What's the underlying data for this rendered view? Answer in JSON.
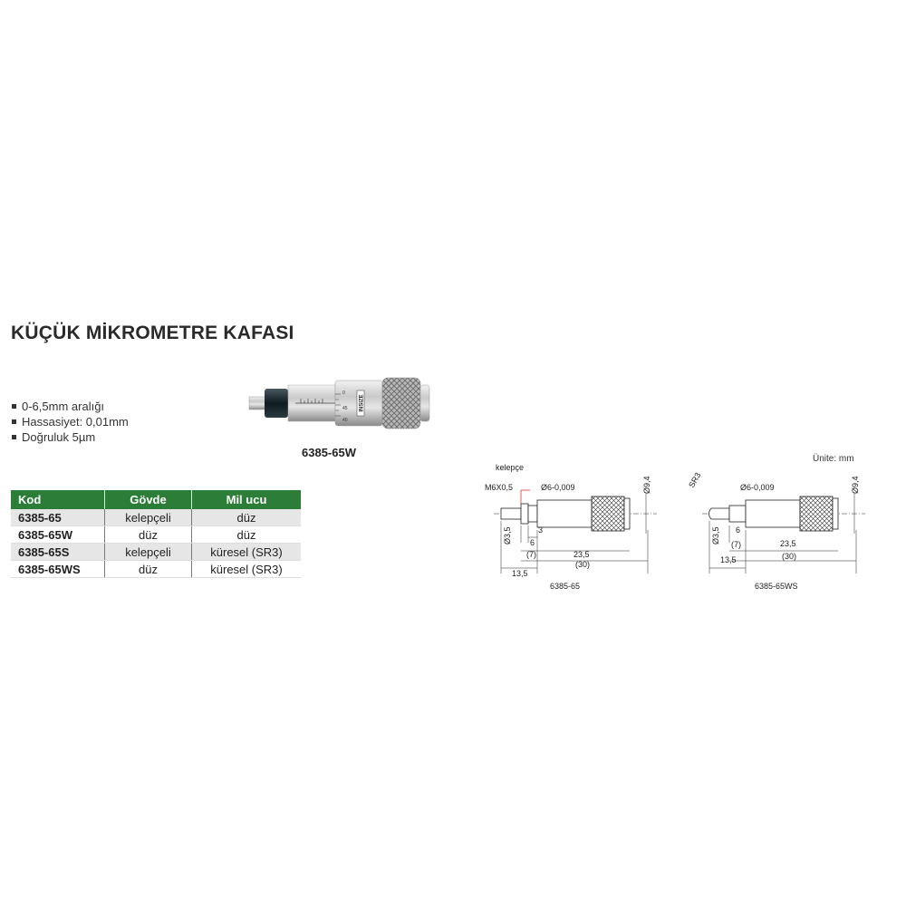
{
  "title": "KÜÇÜK MİKROMETRE KAFASI",
  "features": [
    "0-6,5mm aralığı",
    "Hassasiyet: 0,01mm",
    "Doğruluk 5µm"
  ],
  "photo": {
    "caption": "6385-65W",
    "brand": "INSIZE",
    "scale_numbers": [
      "0",
      "45",
      "40"
    ]
  },
  "table": {
    "headers": [
      "Kod",
      "Gövde",
      "Mil ucu"
    ],
    "rows": [
      {
        "code": "6385-65",
        "body": "kelepçeli",
        "tip": "düz"
      },
      {
        "code": "6385-65W",
        "body": "düz",
        "tip": "düz"
      },
      {
        "code": "6385-65S",
        "body": "kelepçeli",
        "tip": "küresel (SR3)"
      },
      {
        "code": "6385-65WS",
        "body": "düz",
        "tip": "küresel (SR3)"
      }
    ],
    "header_color": "#2c7d37"
  },
  "units": "Ünite: mm",
  "drawings": [
    {
      "caption": "6385-65",
      "labels": {
        "clamp": "kelepçe",
        "thread": "M6X0,5",
        "shank": "Ø6-0,009",
        "diameter": "Ø9,4",
        "spindle": "Ø3,5",
        "d3": "3",
        "d6": "6",
        "d7": "(7)",
        "d235": "23,5",
        "d30": "(30)",
        "d135": "13,5"
      }
    },
    {
      "caption": "6385-65WS",
      "labels": {
        "sr": "SR3",
        "shank": "Ø6-0,009",
        "diameter": "Ø9,4",
        "spindle": "Ø3,5",
        "d6": "6",
        "d7": "(7)",
        "d235": "23,5",
        "d30": "(30)",
        "d135": "13,5"
      }
    }
  ]
}
